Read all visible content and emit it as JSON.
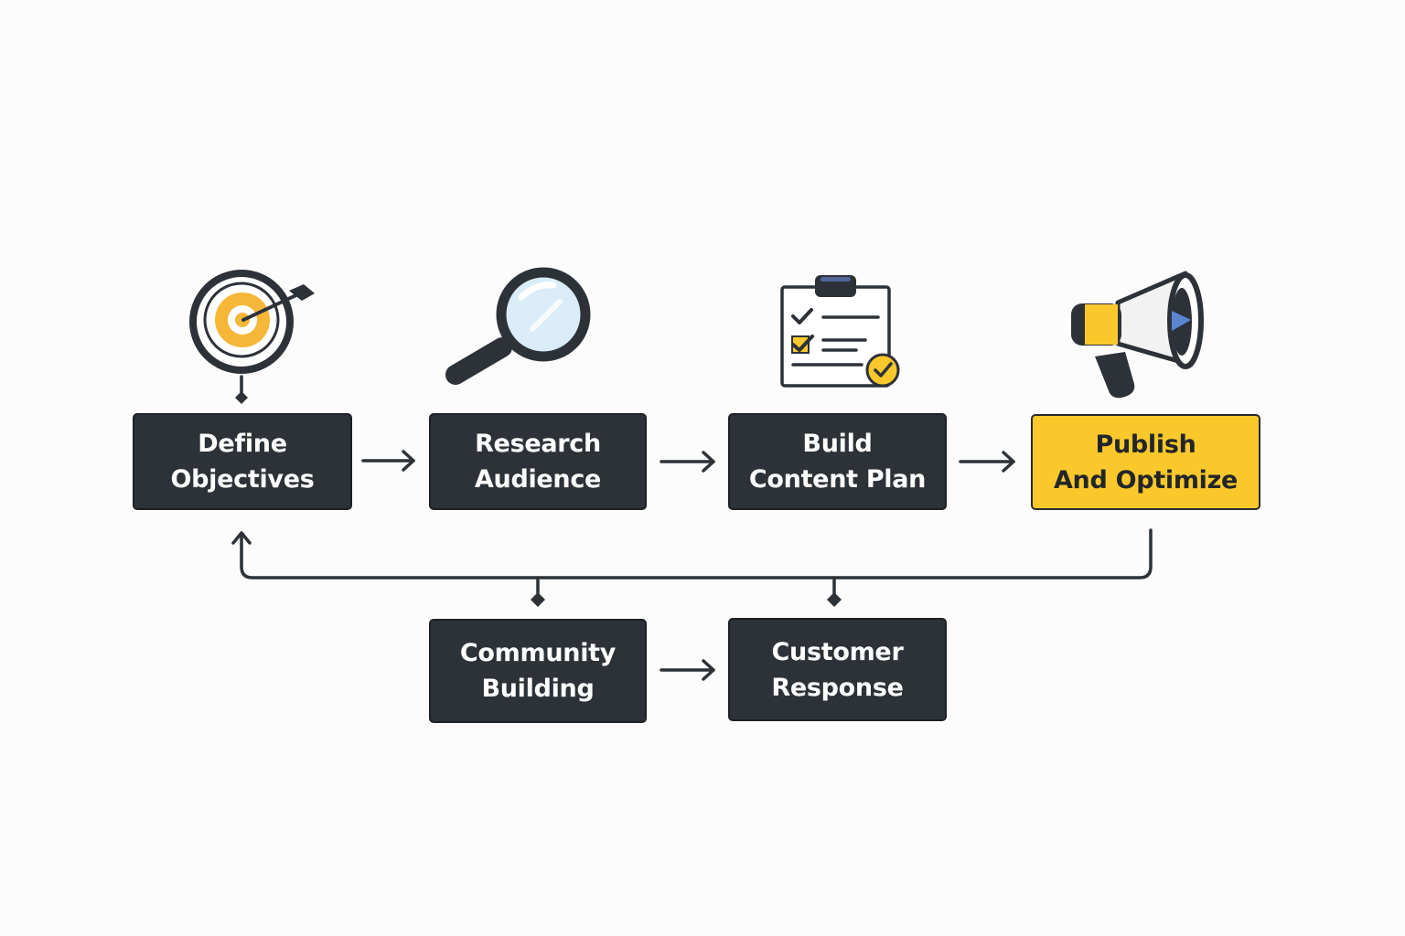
{
  "diagram": {
    "type": "flowchart",
    "colors": {
      "dark": "#2d3238",
      "accent": "#fbc82c",
      "line": "#2d3238",
      "background": "#fcfcfc"
    },
    "nodes": [
      {
        "id": "define",
        "lines": [
          "Define",
          "Objectives"
        ],
        "style": "dark",
        "icon": "target-icon"
      },
      {
        "id": "research",
        "lines": [
          "Research",
          "Audience"
        ],
        "style": "dark",
        "icon": "magnifier-icon"
      },
      {
        "id": "build",
        "lines": [
          "Build",
          "Content Plan"
        ],
        "style": "dark",
        "icon": "checklist-clipboard-icon"
      },
      {
        "id": "publish",
        "lines": [
          "Publish",
          "And Optimize"
        ],
        "style": "accent",
        "icon": "megaphone-icon"
      },
      {
        "id": "community",
        "lines": [
          "Community",
          "Building"
        ],
        "style": "dark"
      },
      {
        "id": "customer",
        "lines": [
          "Customer",
          "Response"
        ],
        "style": "dark"
      }
    ],
    "edges": [
      {
        "from": "define",
        "to": "research"
      },
      {
        "from": "research",
        "to": "build"
      },
      {
        "from": "build",
        "to": "publish"
      },
      {
        "from": "publish",
        "to": "define",
        "kind": "feedback-loop"
      },
      {
        "from": "publish",
        "to": "community",
        "kind": "branch"
      },
      {
        "from": "publish",
        "to": "customer",
        "kind": "branch"
      },
      {
        "from": "community",
        "to": "customer"
      }
    ]
  }
}
